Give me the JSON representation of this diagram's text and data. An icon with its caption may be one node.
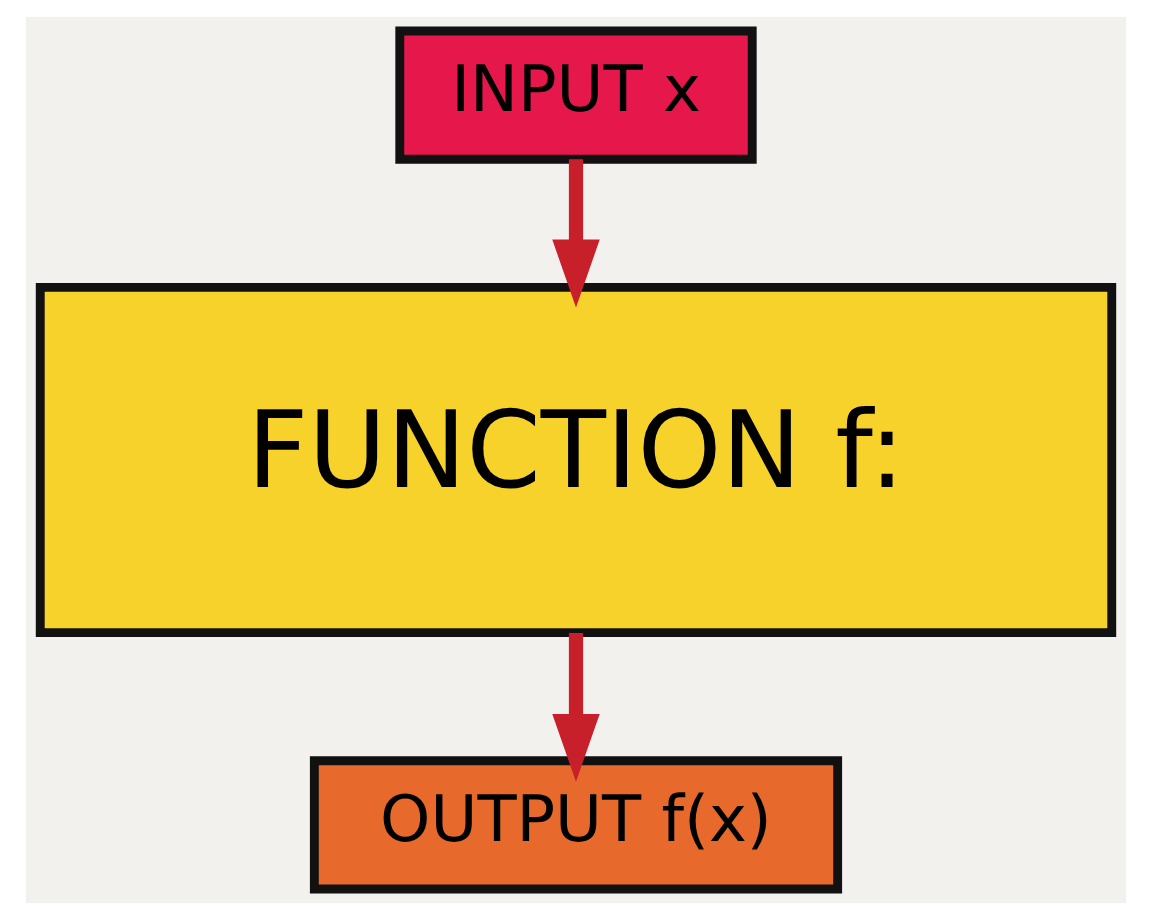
{
  "diagram": {
    "nodes": [
      {
        "text": [
          "INPUT x"
        ]
      },
      {
        "text": [
          "FUNCTION f:"
        ]
      },
      {
        "text": [
          "OUTPUT f(x)"
        ]
      }
    ],
    "edges": [
      {
        "from": 0,
        "to": 1,
        "arrow": "to"
      },
      {
        "from": 1,
        "to": 2,
        "arrow": "to"
      }
    ]
  }
}
